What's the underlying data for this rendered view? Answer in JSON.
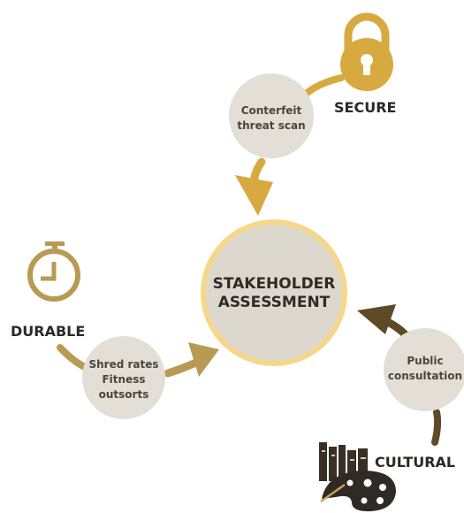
{
  "center": {
    "line1": "STAKEHOLDER",
    "line2": "ASSESSMENT"
  },
  "nodes": {
    "secure": {
      "label": "SECURE",
      "bubble_line1": "Conterfeit",
      "bubble_line2": "threat scan",
      "icon": "padlock-icon"
    },
    "durable": {
      "label": "DURABLE",
      "bubble_line1": "Shred rates",
      "bubble_line2": "Fitness",
      "bubble_line3": "outsorts",
      "icon": "stopwatch-icon"
    },
    "cultural": {
      "label": "CULTURAL",
      "bubble_line1": "Public",
      "bubble_line2": "consultation",
      "icon": "books-and-palette-icon"
    }
  },
  "colors": {
    "gold": "#d8a93e",
    "gold_dark": "#c59a3a",
    "olive": "#b89a54",
    "dark_brown": "#5e4a26",
    "bubble_fill": "#e3dfd6",
    "center_ring": "#f6d78a",
    "text_dark": "#2c2824"
  }
}
